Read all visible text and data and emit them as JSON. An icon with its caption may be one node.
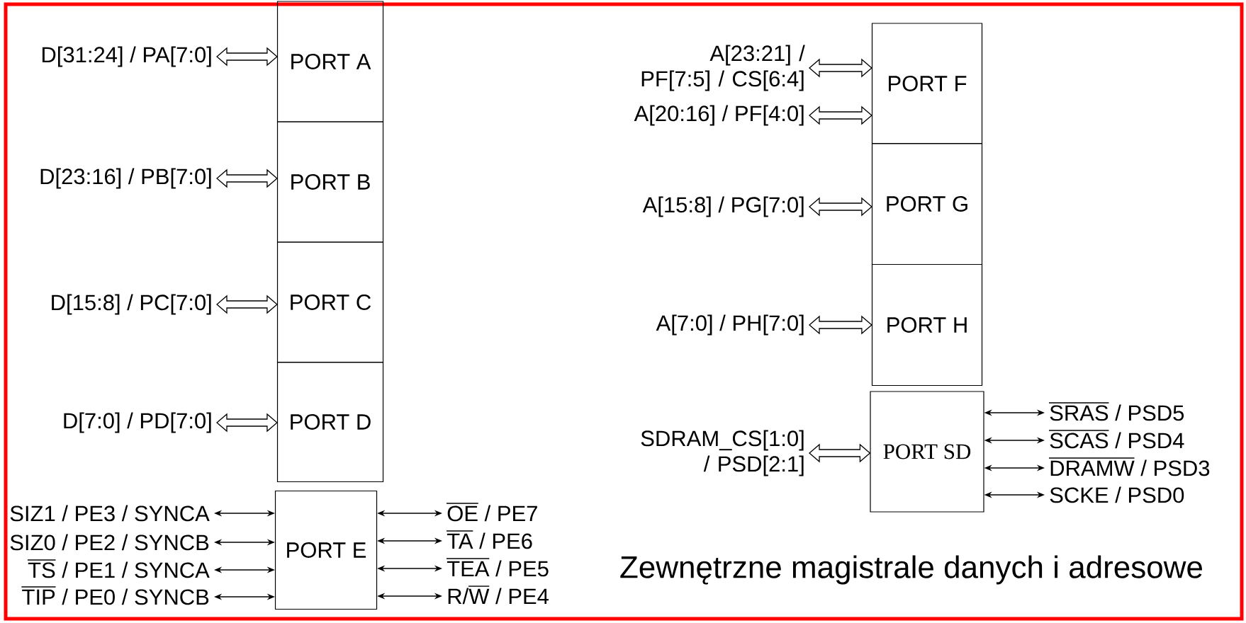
{
  "diagram": {
    "caption": "Zewnętrzne magistrale danych i adresowe",
    "nodes": [
      {
        "text": [
          "PORT A"
        ]
      },
      {
        "text": [
          "PORT B"
        ]
      },
      {
        "text": [
          "PORT C"
        ]
      },
      {
        "text": [
          "PORT D"
        ]
      },
      {
        "text": [
          "PORT E"
        ]
      },
      {
        "text": [
          "PORT F"
        ]
      },
      {
        "text": [
          "PORT G"
        ]
      },
      {
        "text": [
          "PORT H"
        ]
      },
      {
        "text": [
          "PORT SD"
        ]
      },
      {
        "text": [
          "D[31:24] / PA[7:0]"
        ]
      },
      {
        "text": [
          "D[23:16] / PB[7:0]"
        ]
      },
      {
        "text": [
          "D[15:8] / PC[7:0]"
        ]
      },
      {
        "text": [
          "D[7:0] / PD[7:0]"
        ]
      },
      {
        "text": [
          "SIZ1 / PE3 / SYNCA"
        ]
      },
      {
        "text": [
          "SIZ0 / PE2 / SYNCB"
        ]
      },
      {
        "text": [
          "TS / PE1 / SYNCA"
        ]
      },
      {
        "text": [
          "TIP / PE0 / SYNCB"
        ]
      },
      {
        "text": [
          "OE / PE7"
        ]
      },
      {
        "text": [
          "TA / PE6"
        ]
      },
      {
        "text": [
          "TEA / PE5"
        ]
      },
      {
        "text": [
          "R/W / PE4"
        ]
      },
      {
        "text": [
          "A[23:21] / PF[7:5] / CS[6:4]"
        ]
      },
      {
        "text": [
          "A[20:16] / PF[4:0]"
        ]
      },
      {
        "text": [
          "A[15:8] / PG[7:0]"
        ]
      },
      {
        "text": [
          "A[7:0] / PH[7:0]"
        ]
      },
      {
        "text": [
          "SDRAM_CS[1:0] / PSD[2:1]"
        ]
      },
      {
        "text": [
          "SRAS / PSD5"
        ]
      },
      {
        "text": [
          "SCAS / PSD4"
        ]
      },
      {
        "text": [
          "DRAMW / PSD3"
        ]
      },
      {
        "text": [
          "SCKE / PSD0"
        ]
      }
    ],
    "edges": [
      {
        "from": 9,
        "to": 0,
        "arrow": "both",
        "style": "thick"
      },
      {
        "from": 10,
        "to": 1,
        "arrow": "both",
        "style": "thick"
      },
      {
        "from": 11,
        "to": 2,
        "arrow": "both",
        "style": "thick"
      },
      {
        "from": 12,
        "to": 3,
        "arrow": "both",
        "style": "thick"
      },
      {
        "from": 13,
        "to": 4,
        "arrow": "both"
      },
      {
        "from": 14,
        "to": 4,
        "arrow": "both"
      },
      {
        "from": 15,
        "to": 4,
        "arrow": "both"
      },
      {
        "from": 16,
        "to": 4,
        "arrow": "both"
      },
      {
        "from": 4,
        "to": 17,
        "arrow": "both"
      },
      {
        "from": 4,
        "to": 18,
        "arrow": "both"
      },
      {
        "from": 4,
        "to": 19,
        "arrow": "both"
      },
      {
        "from": 4,
        "to": 20,
        "arrow": "both"
      },
      {
        "from": 21,
        "to": 5,
        "arrow": "both",
        "style": "thick"
      },
      {
        "from": 22,
        "to": 5,
        "arrow": "both",
        "style": "thick"
      },
      {
        "from": 23,
        "to": 6,
        "arrow": "both",
        "style": "thick"
      },
      {
        "from": 24,
        "to": 7,
        "arrow": "both",
        "style": "thick"
      },
      {
        "from": 25,
        "to": 8,
        "arrow": "both",
        "style": "thick"
      },
      {
        "from": 8,
        "to": 26,
        "arrow": "both"
      },
      {
        "from": 8,
        "to": 27,
        "arrow": "both"
      },
      {
        "from": 8,
        "to": 28,
        "arrow": "both"
      },
      {
        "from": 8,
        "to": 29,
        "arrow": "both"
      }
    ]
  }
}
